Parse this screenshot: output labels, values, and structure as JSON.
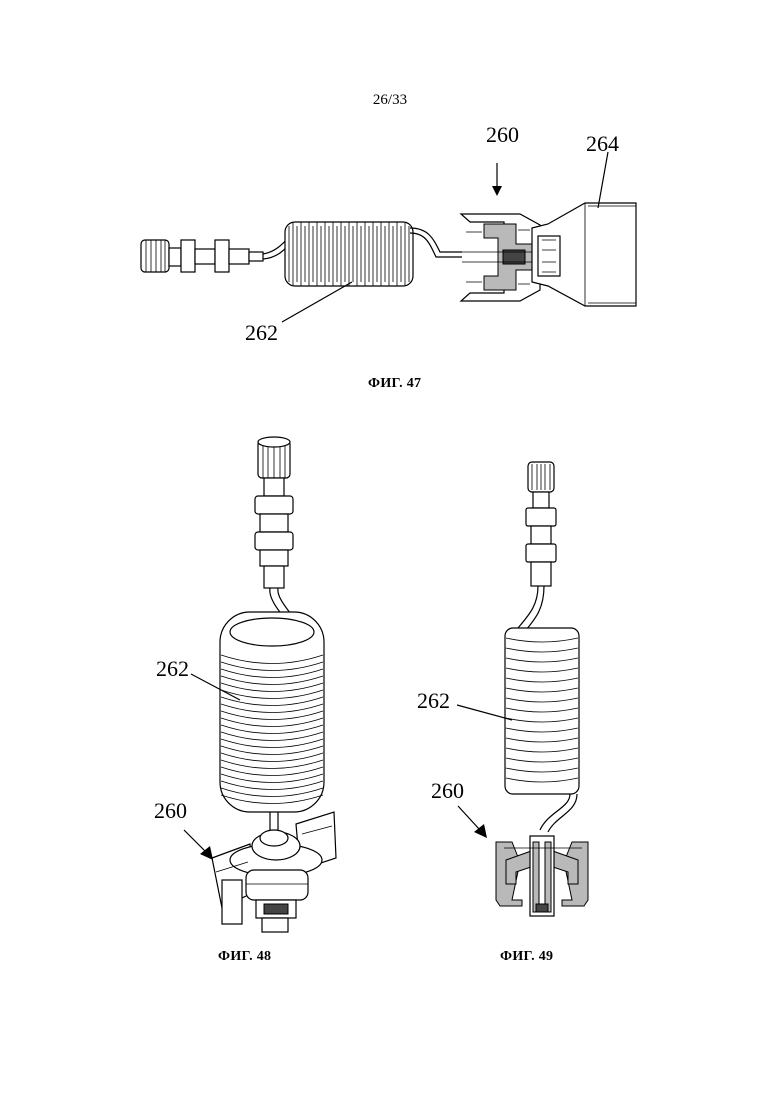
{
  "page_number": "26/33",
  "figures": [
    {
      "caption": "ФИГ. 47",
      "labels": {
        "assembly": "260",
        "bottle": "264",
        "tube": "262"
      }
    },
    {
      "caption": "ФИГ. 48",
      "labels": {
        "tube": "262",
        "assembly": "260"
      }
    },
    {
      "caption": "ФИГ. 49",
      "labels": {
        "tube": "262",
        "assembly": "260"
      }
    }
  ]
}
